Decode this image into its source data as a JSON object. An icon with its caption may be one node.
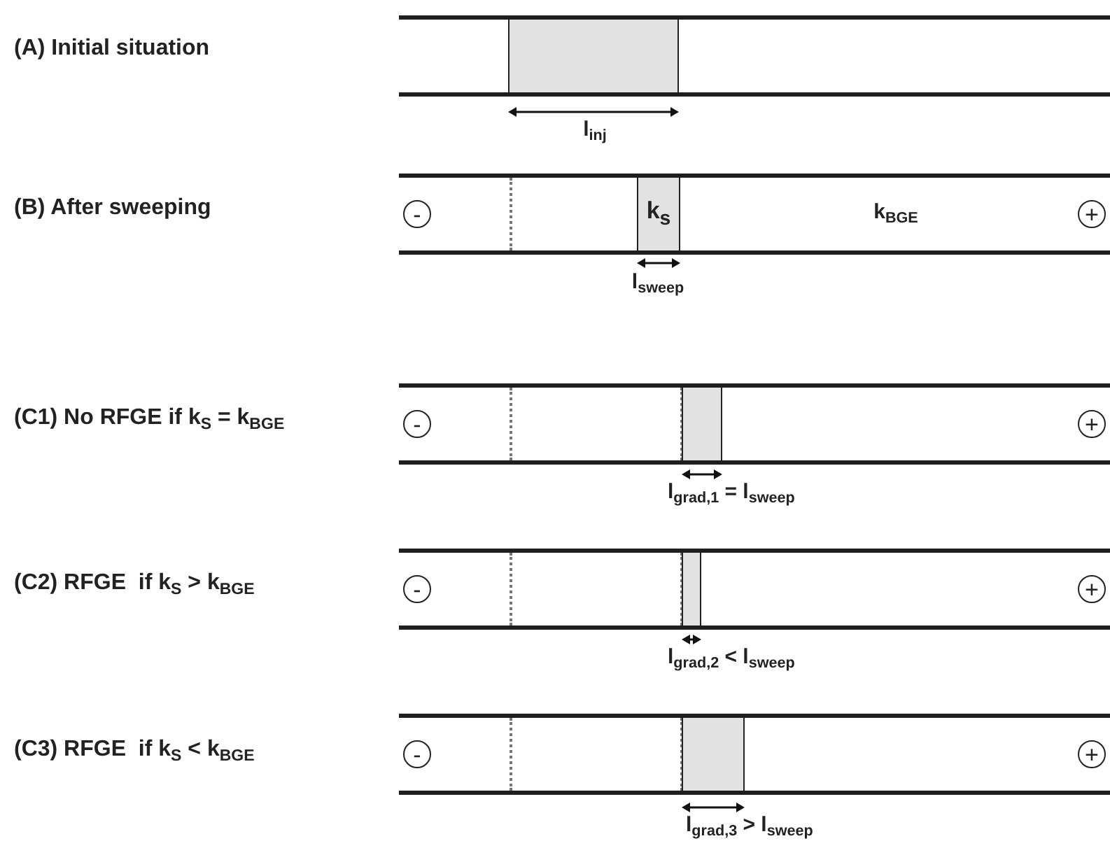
{
  "diagram": {
    "nodes": [
      {
        "text": [],
        "shape": "box"
      },
      {
        "text": [
          "-"
        ]
      },
      {
        "text": [
          "k$_{s}$"
        ]
      },
      {
        "text": [
          "+"
        ]
      },
      {
        "text": [
          "-"
        ]
      },
      {
        "text": [],
        "shape": "box"
      },
      {
        "text": [
          "+"
        ]
      },
      {
        "text": [
          "-"
        ]
      },
      {
        "text": [],
        "shape": "box"
      },
      {
        "text": [
          "+"
        ]
      },
      {
        "text": [
          "-"
        ]
      },
      {
        "text": [],
        "shape": "box"
      },
      {
        "text": [
          "+"
        ]
      }
    ],
    "labels": [
      "(A) Initial situation",
      "l$_{inj}$",
      "(B) After sweeping",
      "k$_{BGE}$",
      "l$_{sweep}$",
      "(C1) No RFGE if k$_{S}$ = k$_{BGE}$",
      "l$_{grad,1}$ = l$_{sweep}$",
      "(C2) RFGE  if k$_{S}$ > k$_{BGE}$",
      "l$_{grad,2}$ < l$_{sweep}$",
      "(C3) RFGE  if k$_{S}$ < k$_{BGE}$",
      "l$_{grad,3}$ > l$_{sweep}$"
    ]
  }
}
